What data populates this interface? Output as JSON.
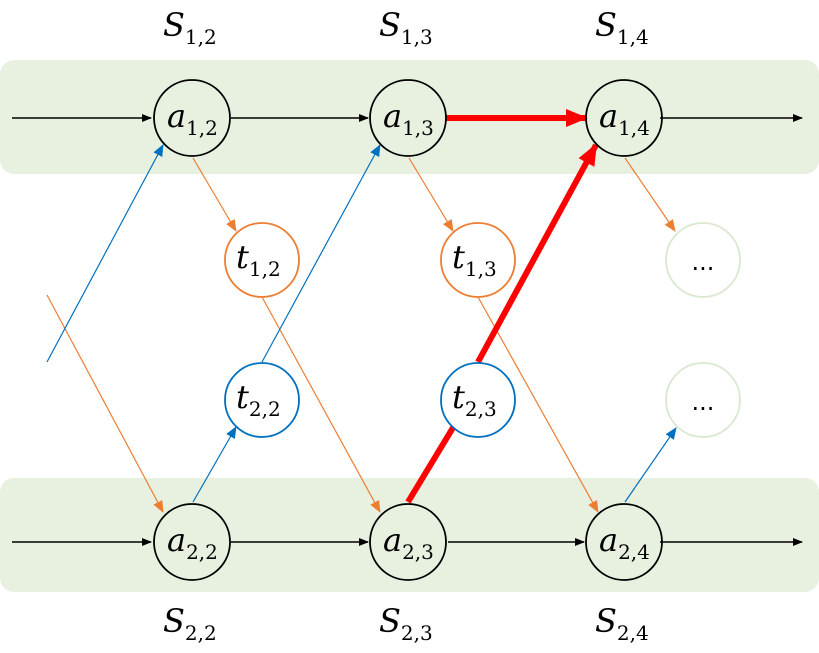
{
  "colors": {
    "band": "#e8f0e0",
    "black": "#000000",
    "orange": "#ed7d31",
    "blue": "#0070c0",
    "red": "#ff0000",
    "faint_node": "#d9e8d0"
  },
  "state_labels": {
    "s12": {
      "base": "S",
      "sub": "1,2"
    },
    "s13": {
      "base": "S",
      "sub": "1,3"
    },
    "s14": {
      "base": "S",
      "sub": "1,4"
    },
    "s22": {
      "base": "S",
      "sub": "2,2"
    },
    "s23": {
      "base": "S",
      "sub": "2,3"
    },
    "s24": {
      "base": "S",
      "sub": "2,4"
    }
  },
  "nodes": {
    "a12": {
      "base": "a",
      "sub": "1,2"
    },
    "a13": {
      "base": "a",
      "sub": "1,3"
    },
    "a14": {
      "base": "a",
      "sub": "1,4"
    },
    "a22": {
      "base": "a",
      "sub": "2,2"
    },
    "a23": {
      "base": "a",
      "sub": "2,3"
    },
    "a24": {
      "base": "a",
      "sub": "2,4"
    },
    "t12": {
      "base": "t",
      "sub": "1,2"
    },
    "t13": {
      "base": "t",
      "sub": "1,3"
    },
    "t22": {
      "base": "t",
      "sub": "2,2"
    },
    "t23": {
      "base": "t",
      "sub": "2,3"
    },
    "e1": {
      "text": "..."
    },
    "e2": {
      "text": "..."
    }
  }
}
